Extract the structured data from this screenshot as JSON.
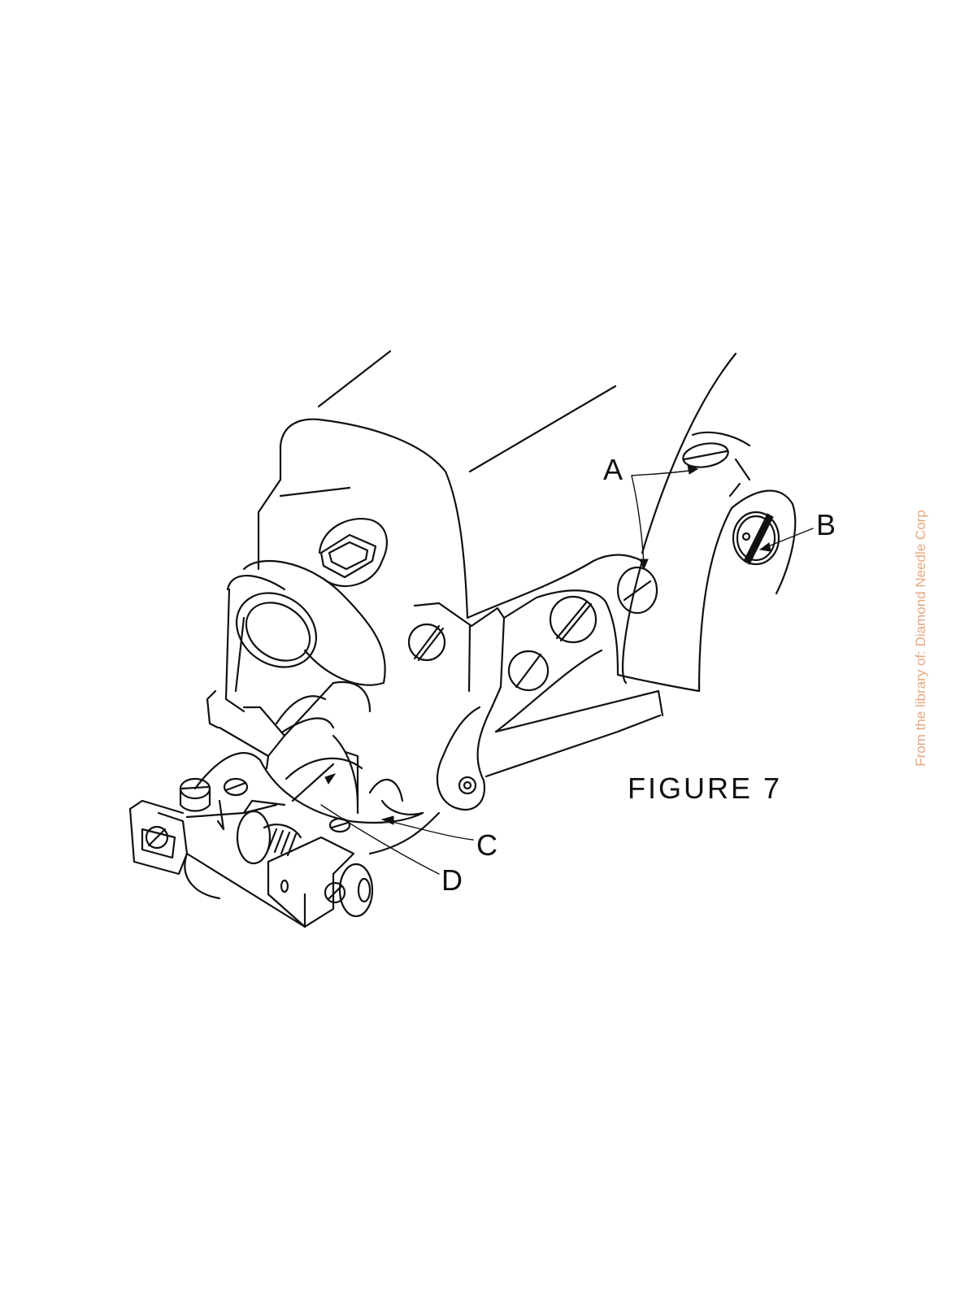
{
  "figure": {
    "title": "FIGURE 7",
    "callouts": {
      "a": "A",
      "b": "B",
      "c": "C",
      "d": "D"
    }
  },
  "watermark": "From the library of: Diamond Needle Corp",
  "colors": {
    "line": "#111111",
    "background": "#ffffff",
    "watermark": "#e8a77c"
  }
}
